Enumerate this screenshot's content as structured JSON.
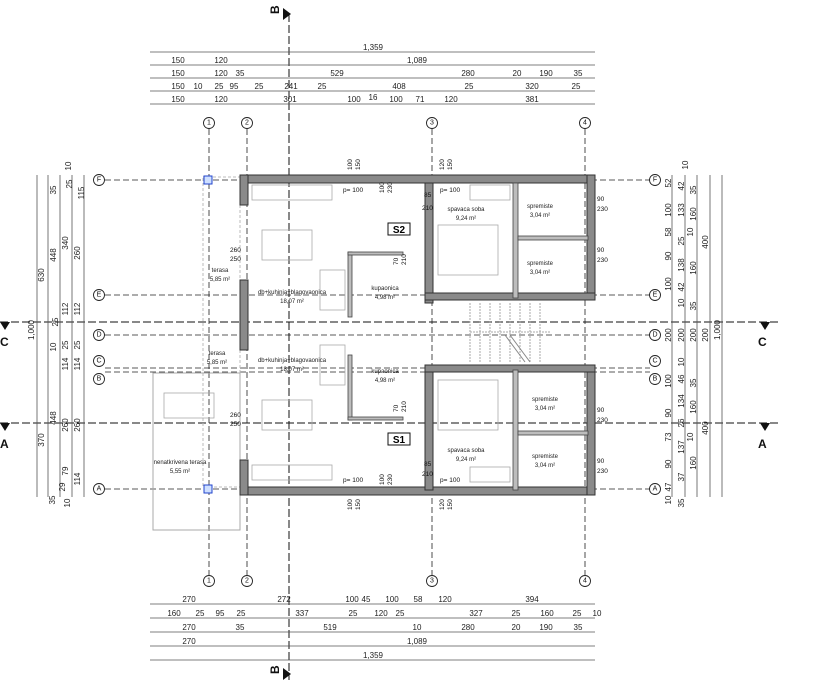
{
  "sections": {
    "a": "A",
    "b": "B",
    "c": "C"
  },
  "axes": {
    "letters": [
      "F",
      "E",
      "D",
      "C",
      "B",
      "A"
    ],
    "numbers": [
      "1",
      "2",
      "3",
      "4"
    ]
  },
  "dims_top": [
    [
      "1,359"
    ],
    [
      "150",
      "120",
      "1,089"
    ],
    [
      "150",
      "120",
      "35",
      "529",
      "280",
      "20",
      "190",
      "35"
    ],
    [
      "150",
      "10",
      "25",
      "95",
      "25",
      "241",
      "25",
      "408",
      "25",
      "320",
      "25",
      "16"
    ],
    [
      "150",
      "120",
      "301",
      "100",
      "100",
      "71",
      "120",
      "381"
    ]
  ],
  "dims_bottom": [
    [
      "270",
      "272",
      "100",
      "45",
      "100",
      "58",
      "120",
      "394"
    ],
    [
      "160",
      "25",
      "95",
      "25",
      "337",
      "25",
      "120",
      "25",
      "327",
      "25",
      "160",
      "25",
      "10"
    ],
    [
      "270",
      "35",
      "519",
      "10",
      "280",
      "20",
      "190",
      "35"
    ],
    [
      "270",
      "1,089"
    ],
    [
      "1,359"
    ]
  ],
  "dims_left": [
    "10",
    "35",
    "25",
    "115",
    "630",
    "448",
    "340",
    "260",
    "1,000",
    "112",
    "112",
    "25",
    "10",
    "25",
    "25",
    "114",
    "114",
    "448",
    "370",
    "260",
    "260",
    "79",
    "114",
    "35",
    "29",
    "10"
  ],
  "dims_right": [
    "10",
    "52",
    "42",
    "35",
    "100",
    "133",
    "160",
    "58",
    "25",
    "10",
    "400",
    "90",
    "138",
    "160",
    "100",
    "42",
    "10",
    "35",
    "200",
    "200",
    "200",
    "200",
    "1,000",
    "10",
    "46",
    "35",
    "100",
    "134",
    "160",
    "90",
    "26",
    "10",
    "400",
    "73",
    "137",
    "160",
    "90",
    "37",
    "47",
    "10",
    "35"
  ],
  "units": {
    "upper": {
      "label": "S2",
      "rooms": [
        {
          "name": "terasa",
          "area": "5,85 m²"
        },
        {
          "name": "db+kuhinja+blagovaonica",
          "area": "18,07 m²"
        },
        {
          "name": "kupaonica",
          "area": "4,98 m²"
        },
        {
          "name": "spavaca soba",
          "area": "9,24 m²"
        },
        {
          "name": "spremiste",
          "area": "3,04 m²"
        },
        {
          "name": "spremiste",
          "area": "3,04 m²"
        }
      ]
    },
    "lower": {
      "label": "S1",
      "rooms": [
        {
          "name": "terasa",
          "area": "5,85 m²"
        },
        {
          "name": "db+kuhinja+blagovaonica",
          "area": "18,07 m²"
        },
        {
          "name": "kupaonica",
          "area": "4,98 m²"
        },
        {
          "name": "spavaca soba",
          "area": "9,24 m²"
        },
        {
          "name": "spremiste",
          "area": "3,04 m²"
        },
        {
          "name": "spremiste",
          "area": "3,04 m²"
        },
        {
          "name": "nenatkrivena terasa",
          "area": "5,55 m²"
        }
      ]
    }
  },
  "openings": [
    "p= 100",
    "p= 100",
    "p= 100",
    "p= 100",
    "260",
    "250",
    "260",
    "250",
    "90",
    "230",
    "90",
    "230",
    "90",
    "230",
    "90",
    "230",
    "85",
    "210",
    "85",
    "210",
    "70",
    "210",
    "70",
    "210",
    "100",
    "230",
    "100",
    "230",
    "100",
    "150",
    "120",
    "150",
    "100",
    "150",
    "120",
    "150"
  ]
}
